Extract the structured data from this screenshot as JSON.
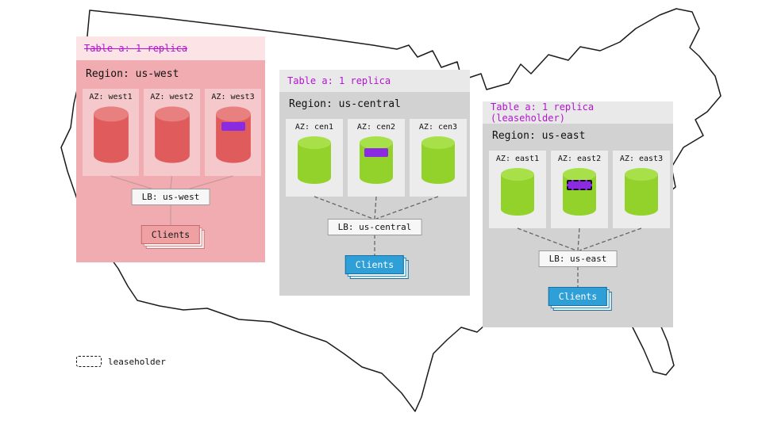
{
  "legend": {
    "label": "leaseholder"
  },
  "regions": [
    {
      "id": "us-west",
      "table_label": "Table a: 1 replica",
      "table_strikethrough": true,
      "region_label": "Region: us-west",
      "azs": [
        {
          "label": "AZ: west1",
          "replica_patch": false,
          "leaseholder": false
        },
        {
          "label": "AZ: west2",
          "replica_patch": false,
          "leaseholder": false
        },
        {
          "label": "AZ: west3",
          "replica_patch": true,
          "leaseholder": false
        }
      ],
      "lb_label": "LB: us-west",
      "clients_label": "Clients"
    },
    {
      "id": "us-central",
      "table_label": "Table a: 1 replica",
      "table_strikethrough": false,
      "region_label": "Region: us-central",
      "azs": [
        {
          "label": "AZ: cen1",
          "replica_patch": false,
          "leaseholder": false
        },
        {
          "label": "AZ: cen2",
          "replica_patch": true,
          "leaseholder": false
        },
        {
          "label": "AZ: cen3",
          "replica_patch": false,
          "leaseholder": false
        }
      ],
      "lb_label": "LB: us-central",
      "clients_label": "Clients"
    },
    {
      "id": "us-east",
      "table_label": "Table a: 1 replica (leaseholder)",
      "table_strikethrough": false,
      "region_label": "Region: us-east",
      "azs": [
        {
          "label": "AZ: east1",
          "replica_patch": false,
          "leaseholder": false
        },
        {
          "label": "AZ: east2",
          "replica_patch": true,
          "leaseholder": true
        },
        {
          "label": "AZ: east3",
          "replica_patch": false,
          "leaseholder": false
        }
      ],
      "lb_label": "LB: us-east",
      "clients_label": "Clients"
    }
  ],
  "colors": {
    "purple-text": "#b414d2",
    "replica-purple": "#8a2be2",
    "west-panel-bg": "#f1acb1",
    "west-header-bg": "#fbe3e6",
    "west-az-bg": "#f5c9cc",
    "red-cylinder": "#e05c5c",
    "red-cylinder-top": "#e98080",
    "gray-panel-bg": "#d2d2d2",
    "gray-header-bg": "#e9e9e9",
    "gray-az-bg": "#ececec",
    "green-cylinder": "#93d22b",
    "green-cylinder-top": "#a8e04a",
    "clients-blue": "#2f9fd8",
    "clients-pink": "#efa0a3",
    "lb-bg": "#f7f7f7",
    "wire-gray": "#666666",
    "wire-west": "#c9999c",
    "map-outline": "#1c1c1c"
  }
}
